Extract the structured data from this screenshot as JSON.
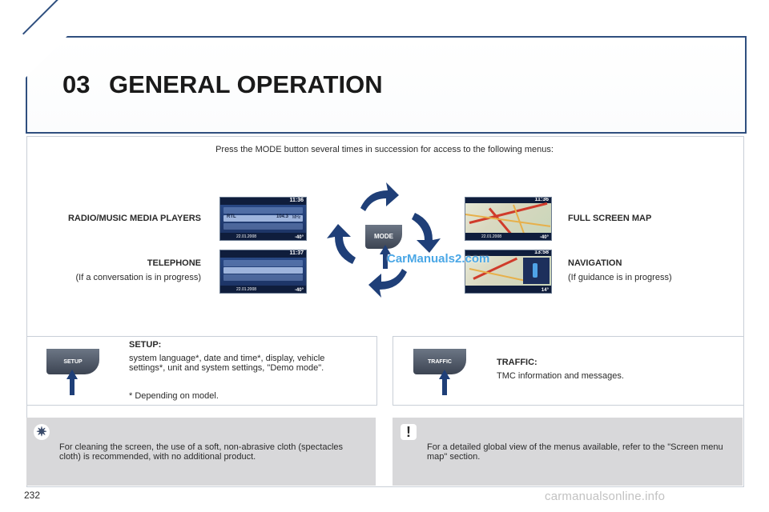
{
  "header": {
    "chapter_number": "03",
    "chapter_title": "GENERAL OPERATION"
  },
  "intro": "Press the MODE button several times in succession for access to the following menus:",
  "menus": {
    "radio": {
      "title": "RADIO/MUSIC MEDIA PLAYERS"
    },
    "telephone": {
      "title": "TELEPHONE",
      "note": "(If a conversation is in progress)"
    },
    "full_map": {
      "title": "FULL SCREEN MAP"
    },
    "navigation": {
      "title": "NAVIGATION",
      "note": "(If guidance is in progress)"
    }
  },
  "screens": {
    "radio": {
      "time": "11:36",
      "station": "RTL",
      "freq": "104.3",
      "unit": "MHz",
      "date": "22.01.2008",
      "temp": "-40°"
    },
    "telephone": {
      "time": "11:37",
      "date": "22.01.2008",
      "temp": "-40°"
    },
    "full_map": {
      "time": "11:36",
      "date": "22.01.2008",
      "temp": "-40°"
    },
    "navigation": {
      "time": "13:58",
      "temp": "14°"
    }
  },
  "mode_button": {
    "label": "MODE"
  },
  "setup": {
    "button_label": "SETUP",
    "title": "SETUP:",
    "text": "system language*, date and time*, display, vehicle settings*, unit and system settings, \"Demo mode\".",
    "footnote": "* Depending on model."
  },
  "traffic": {
    "button_label": "TRAFFIC",
    "title": "TRAFFIC:",
    "text": "TMC information and messages."
  },
  "tips": {
    "cleaning": "For cleaning the screen, the use of a soft, non-abrasive cloth (spectacles cloth) is recommended, with no additional product.",
    "menu_map": "For a detailed global view of the menus available, refer to the \"Screen menu map\" section."
  },
  "page_number": "232",
  "watermark": "carmanualsonline.info",
  "overlay_link": "CarManuals2.com",
  "colors": {
    "frame_blue": "#2f4f7f",
    "arrow_blue": "#1f3f78",
    "tip_grey": "#d8d8da"
  }
}
